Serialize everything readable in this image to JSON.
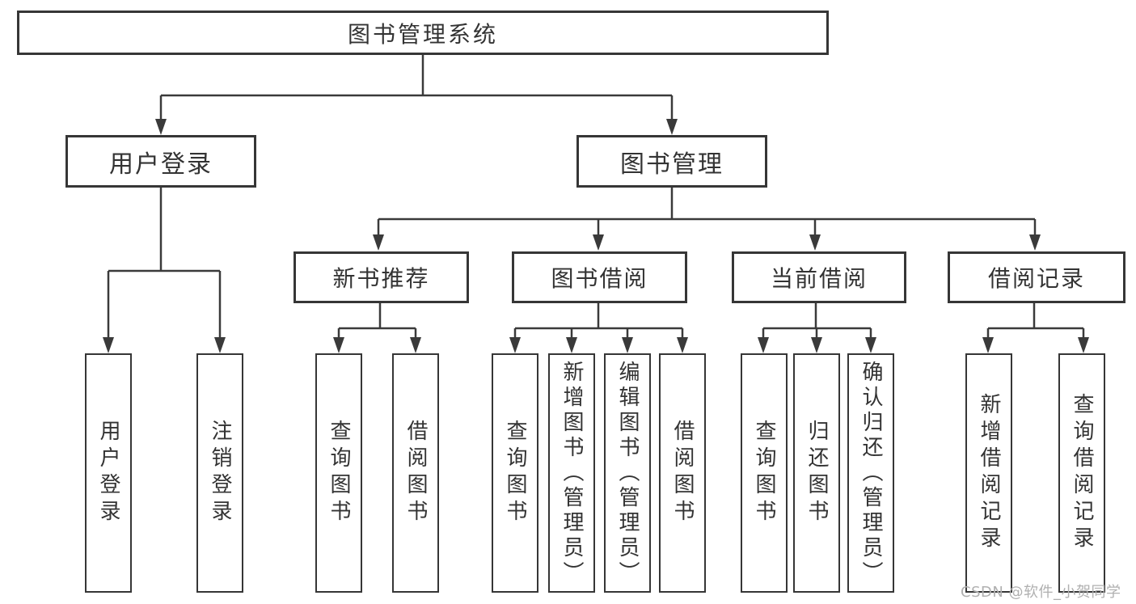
{
  "style": {
    "line_color": "#3a3a3a",
    "box_border_color": "#363636",
    "box_fill": "#ffffff",
    "text_color": "#333333",
    "watermark_color": "#b0b0b0",
    "background": "#ffffff"
  },
  "watermark": {
    "text": "CSDN @软件_小贺同学"
  },
  "tree": {
    "root": {
      "label": "图书管理系统"
    },
    "branches": [
      {
        "label": "用户登录",
        "leaves": [
          {
            "label": "用户登录"
          },
          {
            "label": "注销登录"
          }
        ]
      },
      {
        "label": "图书管理",
        "groups": [
          {
            "label": "新书推荐",
            "leaves": [
              {
                "label": "查询图书"
              },
              {
                "label": "借阅图书"
              }
            ]
          },
          {
            "label": "图书借阅",
            "leaves": [
              {
                "label": "查询图书"
              },
              {
                "label": "新增图书（管理员）"
              },
              {
                "label": "编辑图书（管理员）"
              },
              {
                "label": "借阅图书"
              }
            ]
          },
          {
            "label": "当前借阅",
            "leaves": [
              {
                "label": "查询图书"
              },
              {
                "label": "归还图书"
              },
              {
                "label": "确认归还（管理员）"
              }
            ]
          },
          {
            "label": "借阅记录",
            "leaves": [
              {
                "label": "新增借阅记录"
              },
              {
                "label": "查询借阅记录"
              }
            ]
          }
        ]
      }
    ]
  }
}
